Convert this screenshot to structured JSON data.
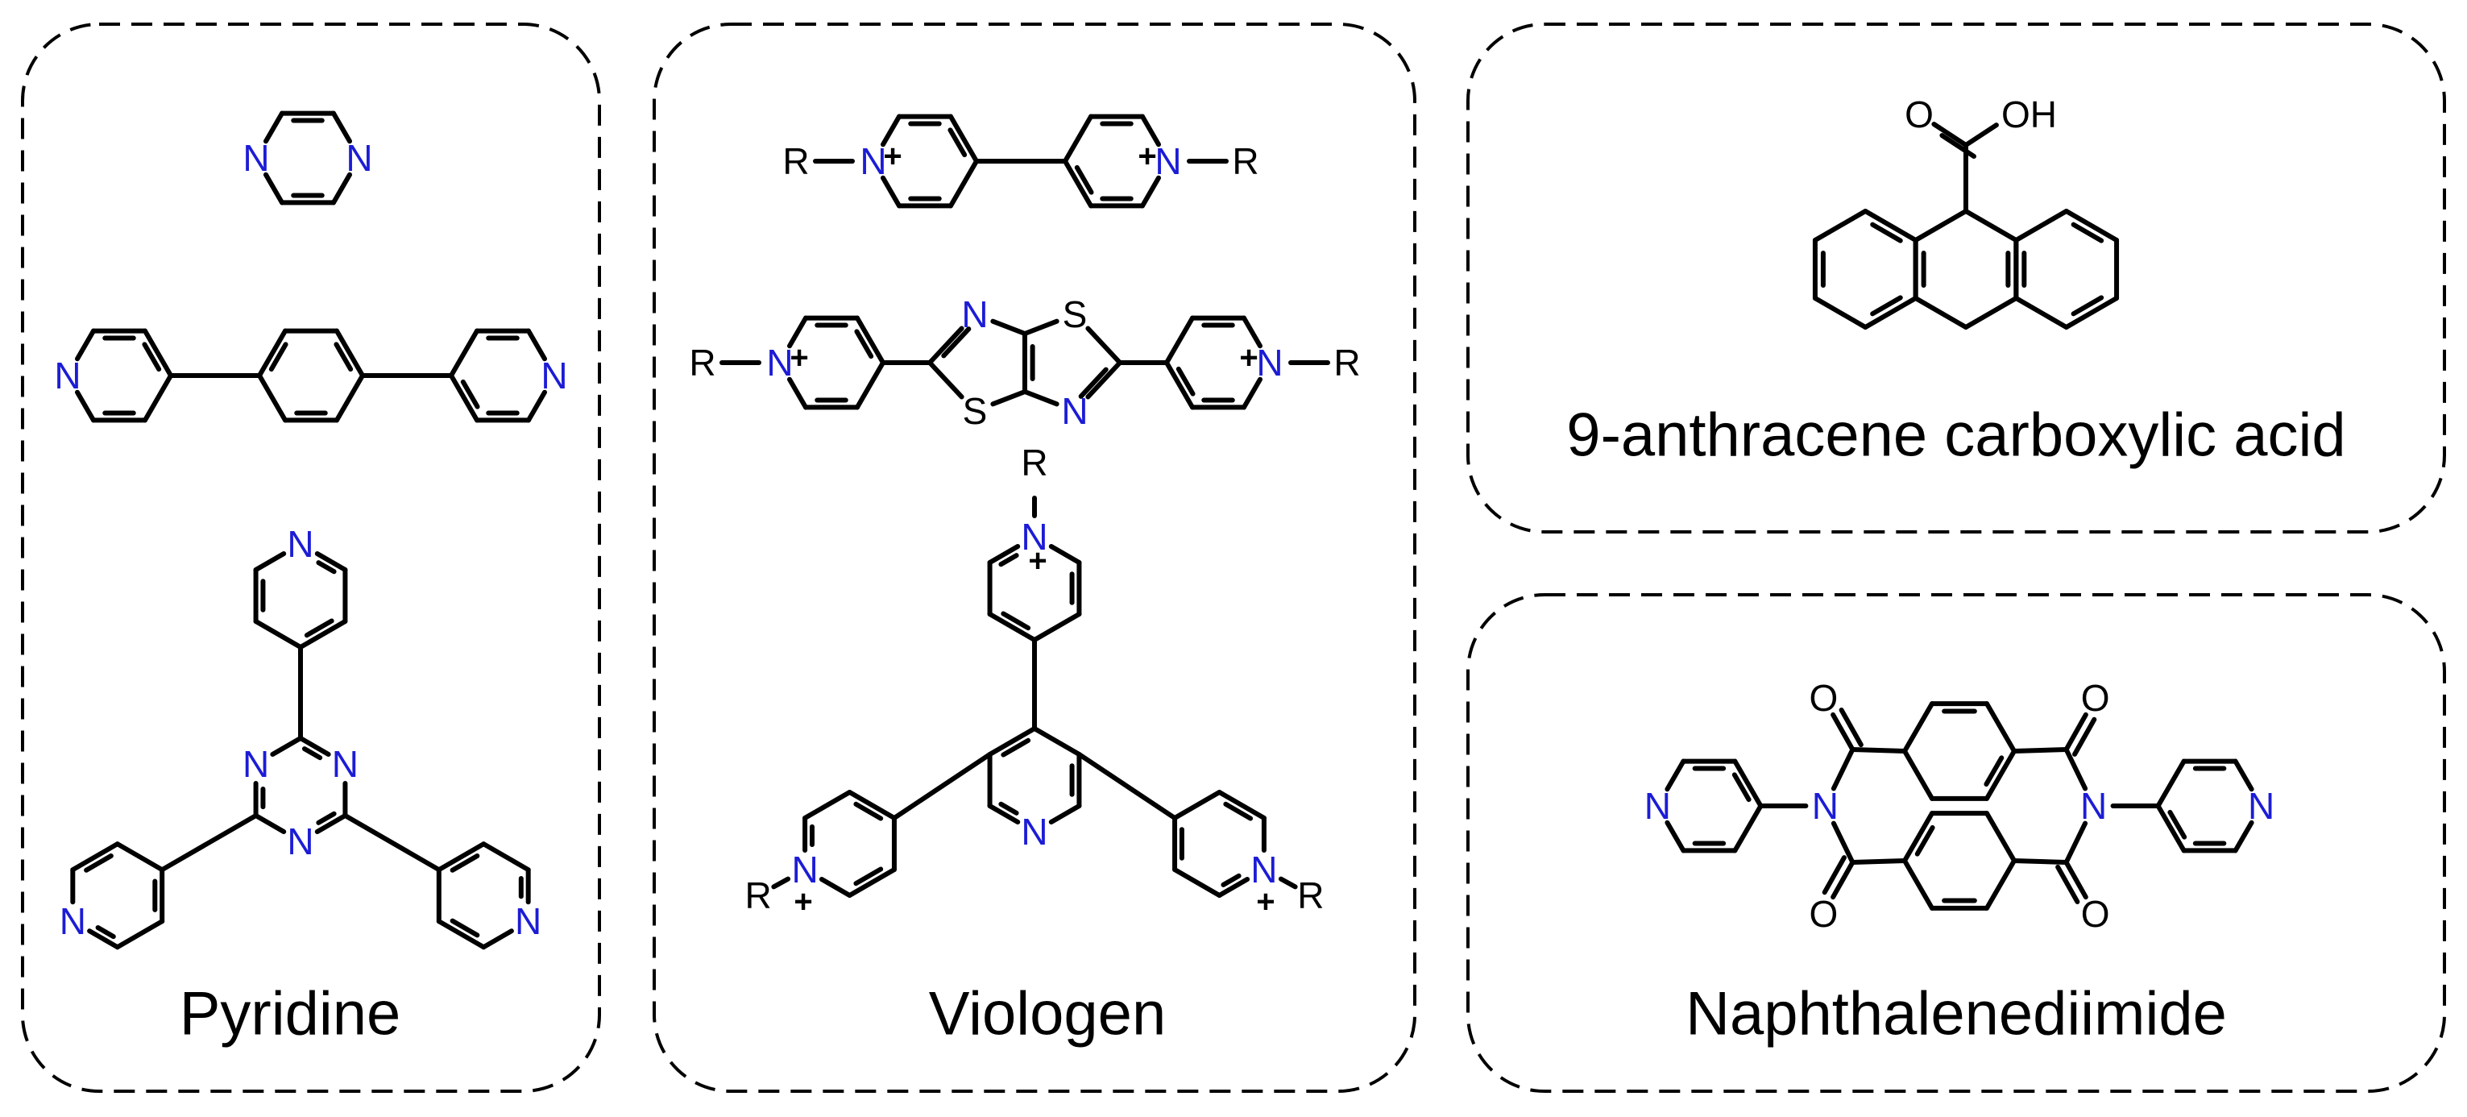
{
  "colors": {
    "nitrogen": "#1c1cd6",
    "bond": "#000000",
    "background": "#ffffff"
  },
  "captions": {
    "pyridine": "Pyridine",
    "viologen": "Viologen",
    "anthracene": "9-anthracene carboxylic acid",
    "ndi": "Naphthalenediimide"
  },
  "atoms": {
    "nitrogen": "N",
    "sulfur": "S",
    "oxygen": "O",
    "hydroxyl": "OH",
    "substituent": "R",
    "positive_charge": "+"
  },
  "panels": [
    {
      "id": "pyridine",
      "caption_key": "pyridine",
      "molecules": [
        "pyrazine",
        "4,4'-(1,4-phenylene)dipyridine",
        "2,4,6-tri(4-pyridyl)-1,3,5-triazine"
      ]
    },
    {
      "id": "viologen",
      "caption_key": "viologen",
      "molecules": [
        "N,N'-dialkyl-4,4'-bipyridinium",
        "thiazolothiazole bis-pyridinium",
        "tris-pyridinium pyridine"
      ]
    },
    {
      "id": "anthracene",
      "caption_key": "anthracene",
      "molecules": [
        "9-anthracene carboxylic acid"
      ]
    },
    {
      "id": "ndi",
      "caption_key": "ndi",
      "molecules": [
        "N,N'-di(4-pyridyl)naphthalenediimide"
      ]
    }
  ]
}
